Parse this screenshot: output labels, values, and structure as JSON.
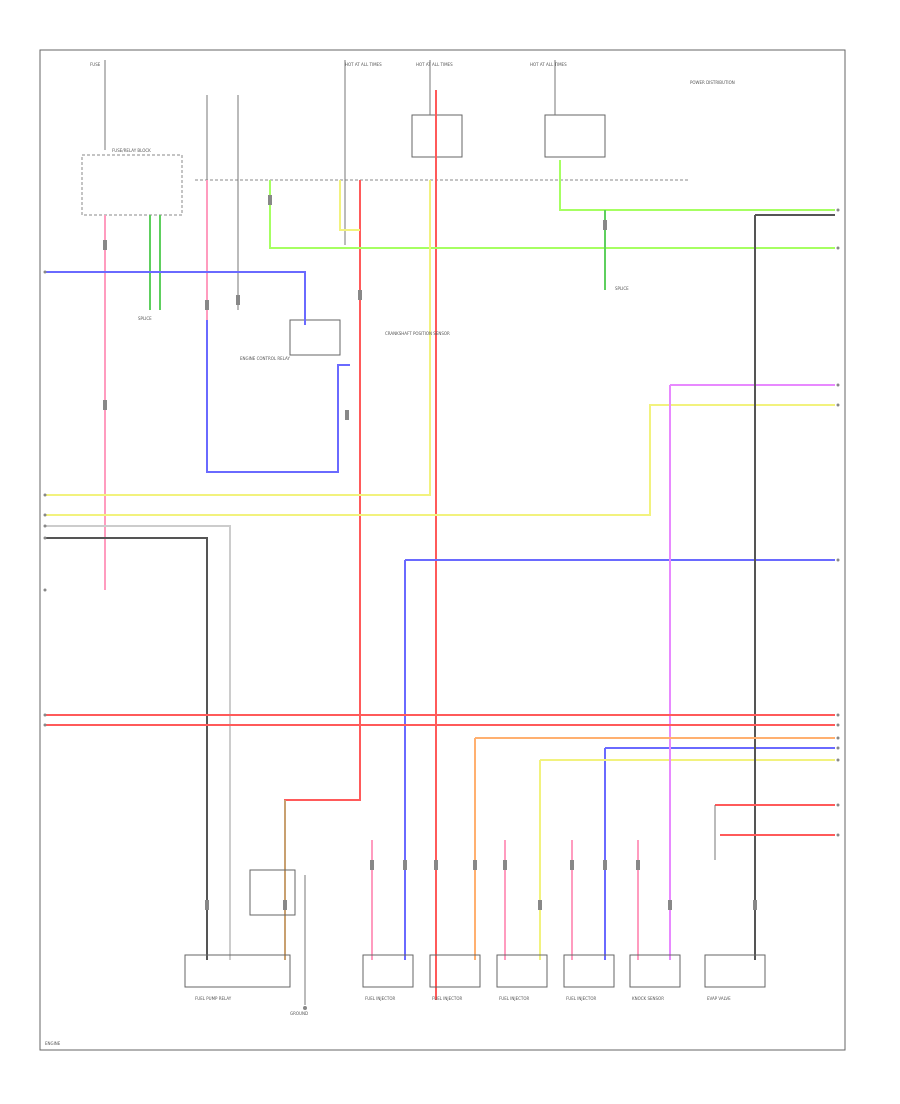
{
  "colors": {
    "red": "#ff5a5a",
    "pink": "#ff9cbf",
    "violet": "#e889ff",
    "green": "#5ecf5e",
    "lightgreen": "#a6ff62",
    "blue": "#6a6aff",
    "yellow": "#f2f27e",
    "black": "#555555",
    "tan": "#c8a070",
    "orange": "#ffb070",
    "white": "#cccccc"
  },
  "labels": {
    "hot1": "HOT AT ALL TIMES",
    "hot2": "HOT AT ALL TIMES",
    "hot3": "HOT AT ALL TIMES",
    "fuse_tl": "FUSE",
    "fuse_block": "FUSE/RELAY BLOCK",
    "power_dist": "POWER DISTRIBUTION",
    "splice": "SPLICE",
    "comp1": "ENGINE CONTROL RELAY",
    "comp2": "FUEL PUMP RELAY",
    "comp3": "CRANKSHAFT POSITION SENSOR",
    "comp4": "FUEL INJECTOR",
    "comp5": "FUEL INJECTOR",
    "comp6": "FUEL INJECTOR",
    "comp7": "FUEL INJECTOR",
    "comp8": "KNOCK SENSOR",
    "comp9": "EVAP VALVE",
    "ground1": "GROUND",
    "left_tag": "ENGINE"
  }
}
